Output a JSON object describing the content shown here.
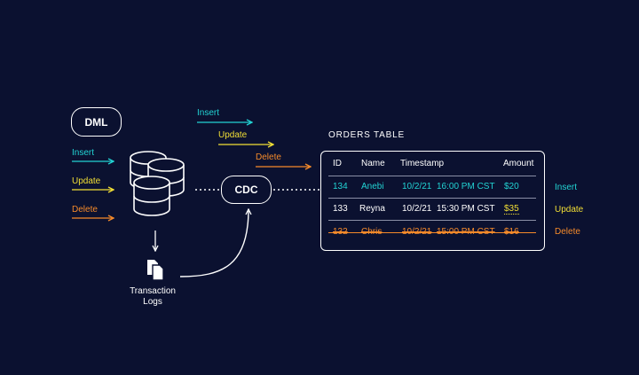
{
  "dml_label": "DML",
  "cdc_label": "CDC",
  "left_ops": {
    "insert": "Insert",
    "update": "Update",
    "delete": "Delete"
  },
  "top_ops": {
    "insert": "Insert",
    "update": "Update",
    "delete": "Delete"
  },
  "transaction_logs": {
    "line1": "Transaction",
    "line2": "Logs"
  },
  "table": {
    "title": "ORDERS TABLE",
    "headers": {
      "id": "ID",
      "name": "Name",
      "timestamp": "Timestamp",
      "amount": "Amount"
    },
    "rows": [
      {
        "id": "134",
        "name": "Anebi",
        "date": "10/2/21",
        "time": "16:00 PM CST",
        "amount": "$20",
        "status": "Insert"
      },
      {
        "id": "133",
        "name": "Reyna",
        "date": "10/2/21",
        "time": "15:30 PM CST",
        "amount": "$35",
        "status": "Update"
      },
      {
        "id": "132",
        "name": "Chris",
        "date": "10/2/21",
        "time": "15:00 PM CST",
        "amount": "$16",
        "status": "Delete"
      }
    ]
  },
  "colors": {
    "background": "#0b1130",
    "insert": "#22d3d3",
    "update": "#f2df35",
    "delete": "#f58a2a",
    "line": "#ffffff"
  }
}
